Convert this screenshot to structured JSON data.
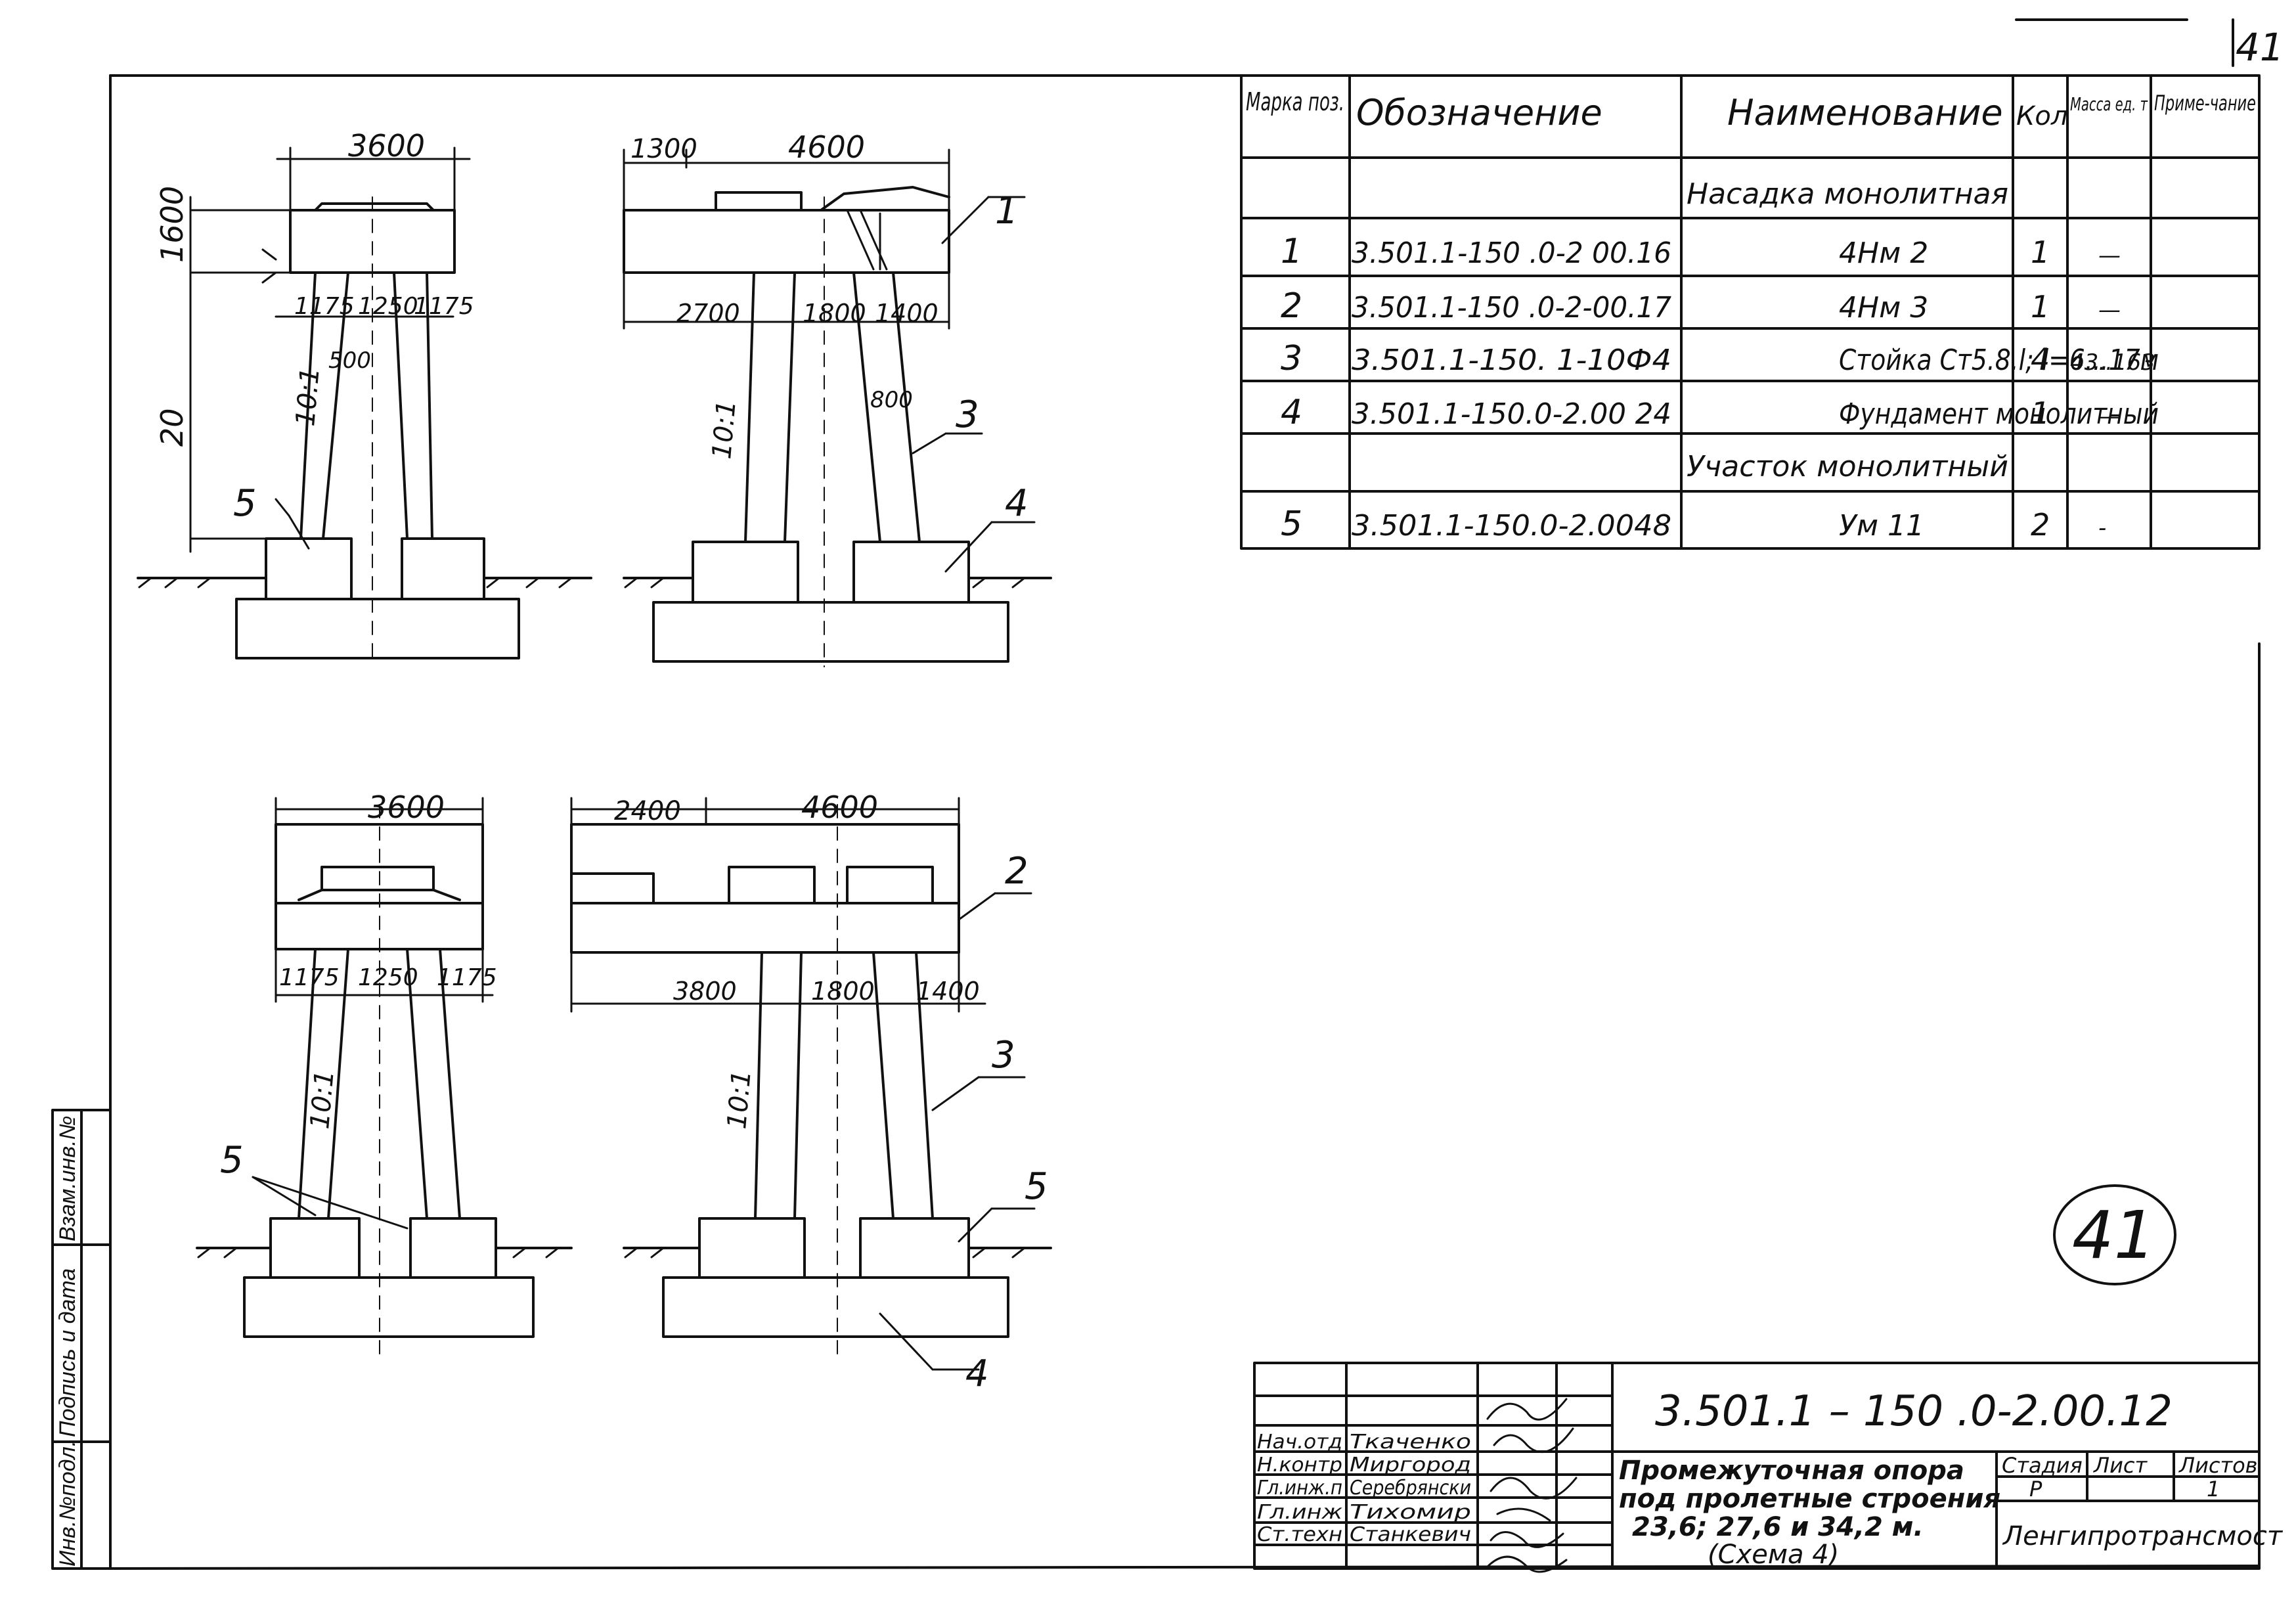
{
  "page_number_corner": "41",
  "circled_sheet_number": "41",
  "side_stamp": [
    "Инв.№подл.",
    "Подпись и дата",
    "Взам.инв.№"
  ],
  "drawings": {
    "top_left": {
      "dim_top": "3600",
      "dim_height_cap": "1600",
      "dim_height_col": "20",
      "dim_a": "1175",
      "dim_b": "1250",
      "dim_c": "1175",
      "dim_d": "500",
      "slope": "10:1",
      "callout": "5"
    },
    "top_right": {
      "dim_left": "1300",
      "dim_top": "4600",
      "dim_a": "2700",
      "dim_b": "1800",
      "dim_c": "1400",
      "dim_d": "800",
      "slope": "10:1",
      "callout_1": "1",
      "callout_3": "3",
      "callout_4": "4"
    },
    "bottom_left": {
      "dim_top": "3600",
      "dim_a": "1175",
      "dim_b": "1250",
      "dim_c": "1175",
      "slope": "10:1",
      "callout": "5"
    },
    "bottom_right": {
      "dim_left": "2400",
      "dim_top": "4600",
      "dim_a": "3800",
      "dim_b": "1800",
      "dim_c": "1400",
      "slope": "10:1",
      "callout_2": "2",
      "callout_3": "3",
      "callout_5": "5",
      "callout_4": "4"
    }
  },
  "spec_table": {
    "headers": [
      "Марка поз.",
      "Обозначение",
      "Наименование",
      "Кол",
      "Масса ед. т",
      "Приме-чание"
    ],
    "rows": [
      {
        "pos": "",
        "code": "",
        "name": "Насадка монолитная",
        "qty": "",
        "mass": "",
        "note": ""
      },
      {
        "pos": "1",
        "code": "3.501.1-150 .0-2 00.16",
        "name": "4Нм 2",
        "qty": "1",
        "mass": "—",
        "note": ""
      },
      {
        "pos": "2",
        "code": "3.501.1-150 .0-2-00.17",
        "name": "4Нм 3",
        "qty": "1",
        "mass": "—",
        "note": ""
      },
      {
        "pos": "3",
        "code": "3.501.1-150. 1-10Ф4",
        "name": "Стойка Ст5.8.l; l=6...17м",
        "qty": "4",
        "mass": "43..163",
        "note": ""
      },
      {
        "pos": "4",
        "code": "3.501.1-150.0-2.00 24",
        "name": "Фундамент монолитный",
        "qty": "1",
        "mass": "—",
        "note": ""
      },
      {
        "pos": "",
        "code": "",
        "name": "Участок монолитный",
        "qty": "",
        "mass": "",
        "note": ""
      },
      {
        "pos": "5",
        "code": "3.501.1-150.0-2.0048",
        "name": "Ум 11",
        "qty": "2",
        "mass": "-",
        "note": ""
      }
    ]
  },
  "title_block": {
    "doc_code": "3.501.1 – 150 .0-2.00.12",
    "title_lines": [
      "Промежуточная опора",
      "под пролетные строения",
      "23,6; 27,6 и 34,2 м.",
      "(Схема 4)"
    ],
    "roles": [
      "Нач.отд",
      "Н.контр",
      "Гл.инж.п",
      "Гл.инж",
      "Ст.техн"
    ],
    "names": [
      "Ткаченко",
      "Миргород",
      "Серебрянски",
      "Тихомир",
      "Станкевич"
    ],
    "stage_label": "Стадия",
    "sheet_label": "Лист",
    "sheets_label": "Листов",
    "stage": "Р",
    "sheets": "1",
    "organization": "Ленгипротрансмост"
  }
}
